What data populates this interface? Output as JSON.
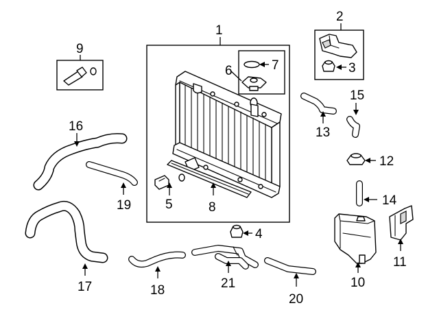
{
  "callouts": {
    "c1": "1",
    "c2": "2",
    "c3": "3",
    "c4": "4",
    "c5": "5",
    "c6": "6",
    "c7": "7",
    "c8": "8",
    "c9": "9",
    "c10": "10",
    "c11": "11",
    "c12": "12",
    "c13": "13",
    "c14": "14",
    "c15": "15",
    "c16": "16",
    "c17": "17",
    "c18": "18",
    "c19": "19",
    "c20": "20",
    "c21": "21"
  },
  "parts": [
    {
      "callout": "1",
      "icon": "radiator-assembly-icon"
    },
    {
      "callout": "2",
      "icon": "mount-bracket-icon"
    },
    {
      "callout": "3",
      "icon": "rubber-cushion-icon"
    },
    {
      "callout": "4",
      "icon": "rubber-cushion-icon"
    },
    {
      "callout": "5",
      "icon": "drain-plug-icon"
    },
    {
      "callout": "6",
      "icon": "radiator-cap-icon"
    },
    {
      "callout": "7",
      "icon": "o-ring-icon"
    },
    {
      "callout": "8",
      "icon": "seal-strip-icon"
    },
    {
      "callout": "9",
      "icon": "sensor-icon"
    },
    {
      "callout": "10",
      "icon": "reservoir-tank-icon"
    },
    {
      "callout": "11",
      "icon": "reservoir-bracket-icon"
    },
    {
      "callout": "12",
      "icon": "reservoir-cap-icon"
    },
    {
      "callout": "13",
      "icon": "hose-icon"
    },
    {
      "callout": "14",
      "icon": "hose-icon"
    },
    {
      "callout": "15",
      "icon": "hose-icon"
    },
    {
      "callout": "16",
      "icon": "hose-icon"
    },
    {
      "callout": "17",
      "icon": "hose-icon"
    },
    {
      "callout": "18",
      "icon": "hose-icon"
    },
    {
      "callout": "19",
      "icon": "hose-icon"
    },
    {
      "callout": "20",
      "icon": "hose-icon"
    },
    {
      "callout": "21",
      "icon": "hose-joint-icon"
    }
  ]
}
